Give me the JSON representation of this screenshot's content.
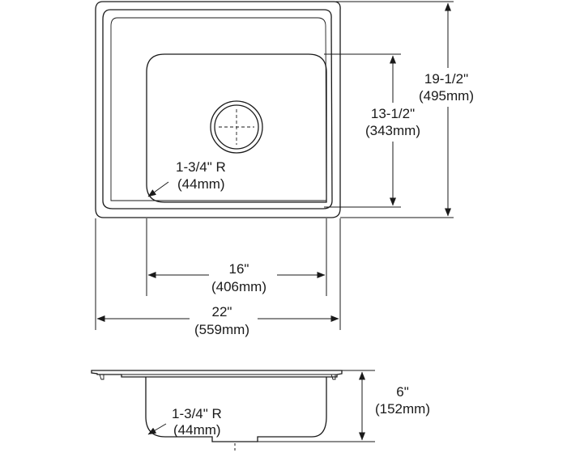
{
  "top_view": {
    "overall_depth": {
      "imperial": "19-1/2\"",
      "metric": "(495mm)"
    },
    "bowl_depth": {
      "imperial": "13-1/2\"",
      "metric": "(343mm)"
    },
    "corner_radius": {
      "imperial": "1-3/4\" R",
      "metric": "(44mm)"
    },
    "bowl_width": {
      "imperial": "16\"",
      "metric": "(406mm)"
    },
    "overall_width": {
      "imperial": "22\"",
      "metric": "(559mm)"
    }
  },
  "side_view": {
    "bowl_height": {
      "imperial": "6\"",
      "metric": "(152mm)"
    },
    "corner_radius": {
      "imperial": "1-3/4\" R",
      "metric": "(44mm)"
    }
  }
}
